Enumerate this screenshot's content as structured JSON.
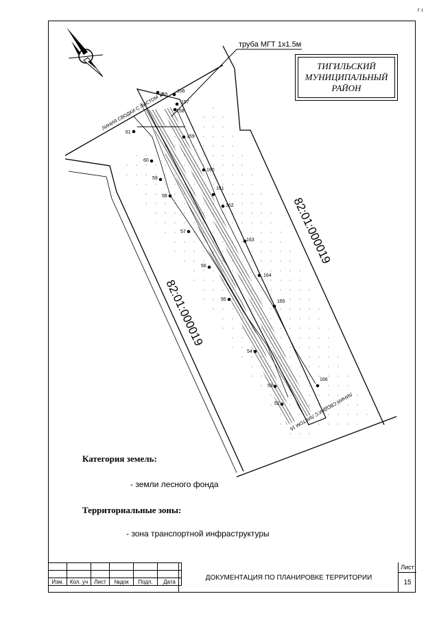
{
  "pipe_label": "труба МГТ 1х1.5м",
  "district": [
    "ТИГИЛЬСКИЙ",
    "МУНИЦИПАЛЬНЫЙ",
    "РАЙОН"
  ],
  "match_line_top": "ЛИНИЯ СВОДКИ С ЛИСТОМ 14",
  "match_line_bottom": "ЛИНИЯ СВОДКИ С ЛИСТОМ 16",
  "cadastral_left": "82:01:000019",
  "cadastral_right": "82:01:000019",
  "points": [
    "155",
    "156",
    "157",
    "158",
    "159",
    "160",
    "161",
    "162",
    "163",
    "164",
    "165",
    "166",
    "61",
    "60",
    "59",
    "58",
    "57",
    "56",
    "55",
    "54",
    "53",
    "52"
  ],
  "legend": {
    "category_heading": "Категория земель:",
    "category_item": "- земли лесного фонда",
    "zones_heading": "Территориальные зоны:",
    "zones_item": "- зона транспортной инфраструктуры"
  },
  "stamp": {
    "cols": [
      "Изм.",
      "Кол. уч",
      "Лист",
      "№док",
      "Подп.",
      "Дата"
    ],
    "title": "ДОКУМЕНТАЦИЯ ПО ПЛАНИРОВКЕ ТЕРРИТОРИИ",
    "sheet_label": "Лист",
    "sheet_number": "15"
  },
  "corner_mark": "г ı"
}
